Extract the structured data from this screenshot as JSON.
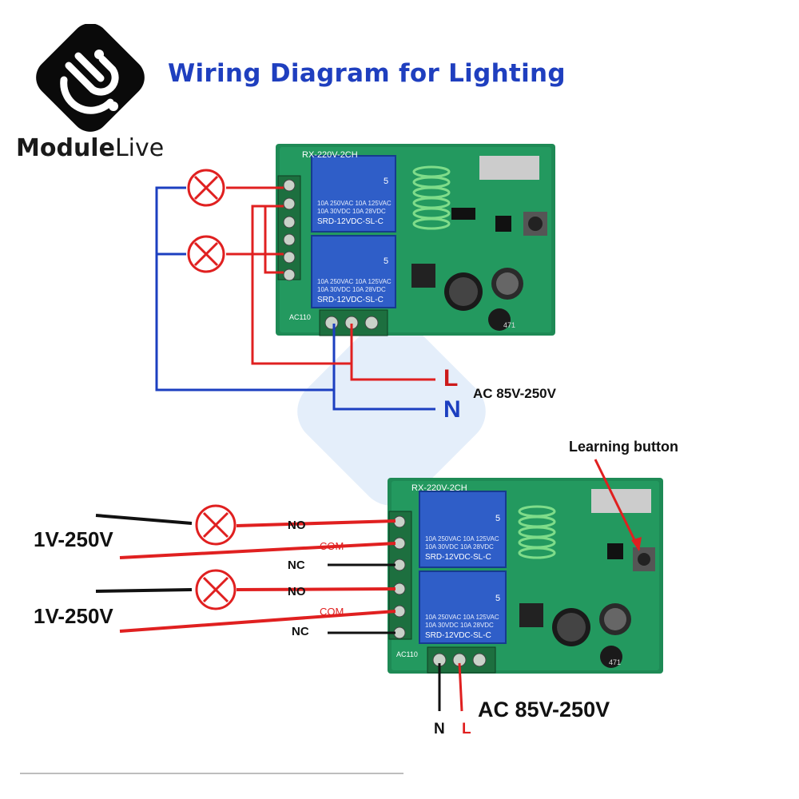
{
  "brand": {
    "name_part1": "Module",
    "name_part2": "Live",
    "logo": "modulelive-logo-icon"
  },
  "title": "Wiring Diagram for Lighting",
  "top_diagram": {
    "board_label": "RX-220V-2CH",
    "relay_lines": [
      "10A 250VAC  10A 125VAC",
      "10A  30VDC  10A  28VDC",
      "SRD-12VDC-SL-C"
    ],
    "relay_number": "5",
    "terminal_label": "AC110",
    "line_label": "L",
    "neutral_label": "N",
    "voltage_label": "AC 85V-250V",
    "cap_label": "471"
  },
  "bottom_diagram": {
    "learning_button_label": "Learning button",
    "board_label": "RX-220V-2CH",
    "load1_voltage": "1V-250V",
    "load2_voltage": "1V-250V",
    "terminals": [
      "NO",
      "COM",
      "NC",
      "NO",
      "COM",
      "NC"
    ],
    "neutral_label": "N",
    "line_label": "L",
    "voltage_label": "AC 85V-250V",
    "terminal_label": "AC110",
    "cap_label": "471"
  },
  "colors": {
    "title": "#1f3fbf",
    "red_wire": "#e02020",
    "blue_wire": "#1c3fc0",
    "black_wire": "#111111",
    "board": "#1e8a55",
    "relay": "#2f5ec8"
  }
}
